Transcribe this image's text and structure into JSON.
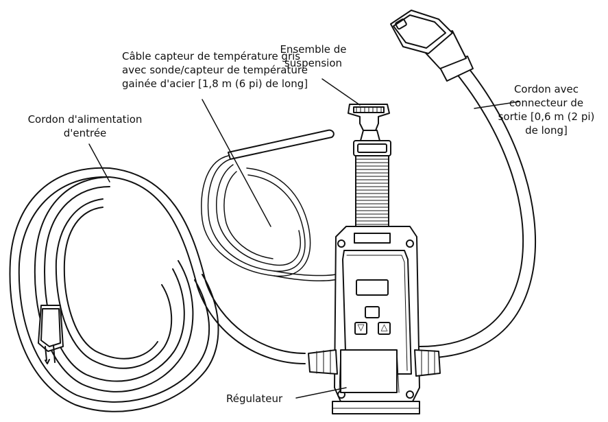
{
  "labels": {
    "temp_sensor": [
      "Câble capteur de température gris",
      "avec sonde/capteur de température",
      "gainée d'acier [1,8 m (6 pi) de long]"
    ],
    "hanger": [
      "Ensemble de",
      "suspension"
    ],
    "power_cord": [
      "Cordon d'alimentation",
      "d'entrée"
    ],
    "output_cord": [
      "Cordon avec",
      "connecteur de",
      "sortie [0,6 m (2 pi)",
      "de long]"
    ],
    "controller": "Régulateur"
  },
  "buttons": {
    "down": "▽",
    "up": "△"
  },
  "colors": {
    "line": "#111111",
    "background": "#ffffff"
  }
}
